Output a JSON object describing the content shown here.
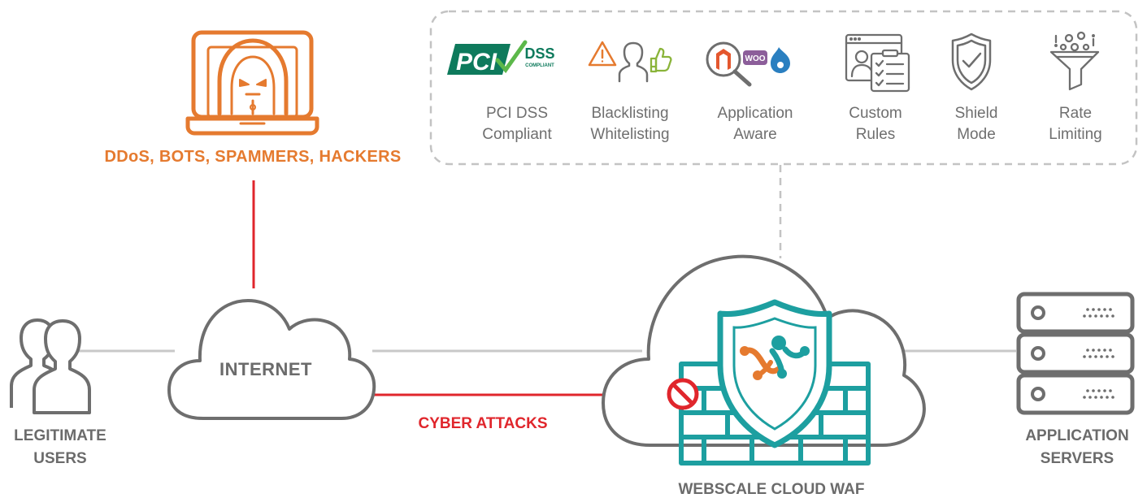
{
  "threat_label": "DDoS, BOTS, SPAMMERS, HACKERS",
  "internet_label": "INTERNET",
  "users_label": [
    "LEGITIMATE",
    "USERS"
  ],
  "servers_label": [
    "APPLICATION",
    "SERVERS"
  ],
  "waf_label": "WEBSCALE CLOUD WAF",
  "attacks_label": "CYBER ATTACKS",
  "pci_logo": {
    "main": "PCI",
    "dss": "DSS",
    "compliant": "COMPLIANT"
  },
  "woo_logo": "WOO",
  "features": [
    {
      "id": "pci",
      "line1": "PCI DSS",
      "line2": "Compliant"
    },
    {
      "id": "lists",
      "line1": "Blacklisting",
      "line2": "Whitelisting"
    },
    {
      "id": "app",
      "line1": "Application",
      "line2": "Aware"
    },
    {
      "id": "rules",
      "line1": "Custom",
      "line2": "Rules"
    },
    {
      "id": "shield",
      "line1": "Shield",
      "line2": "Mode"
    },
    {
      "id": "rate",
      "line1": "Rate",
      "line2": "Limiting"
    }
  ],
  "colors": {
    "threat": "#e57a2f",
    "attack": "#e0262c",
    "line_gray": "#c8c8c8",
    "icon_gray": "#6e6e6e",
    "teal": "#1d9fa0",
    "pci_green": "#0e7a5c"
  }
}
